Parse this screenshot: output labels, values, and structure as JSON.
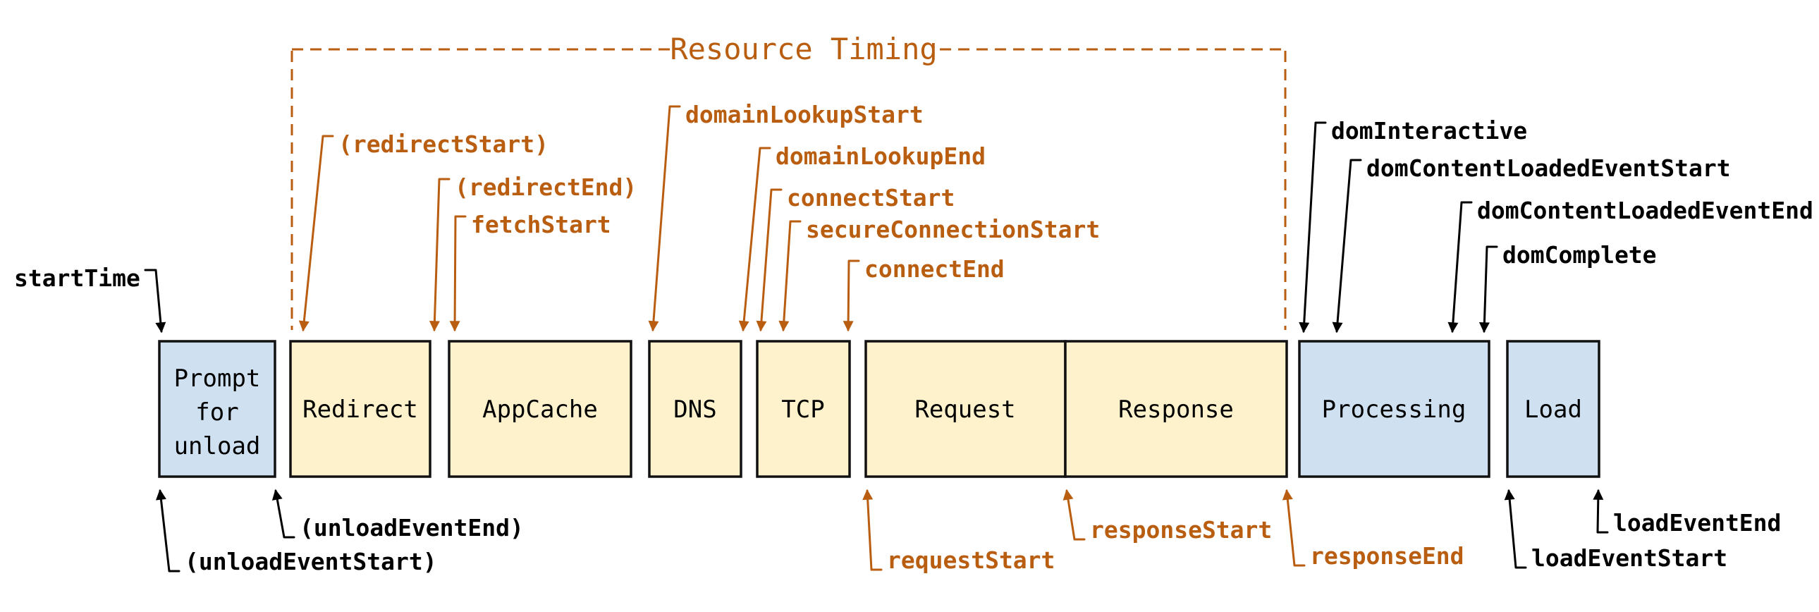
{
  "diagram": {
    "title": "Resource Timing",
    "type": "navigation-timing-phases"
  },
  "colors": {
    "orange": "#B95E10",
    "yellow_fill": "#FDF2CC",
    "blue_fill": "#CFE0F0",
    "border": "#111111",
    "black": "#000000",
    "background": "#FFFFFF"
  },
  "boxes": {
    "prompt": {
      "lines": [
        "Prompt",
        "for",
        "unload"
      ]
    },
    "redirect": {
      "label": "Redirect"
    },
    "appcache": {
      "label": "AppCache"
    },
    "dns": {
      "label": "DNS"
    },
    "tcp": {
      "label": "TCP"
    },
    "request": {
      "label": "Request"
    },
    "response": {
      "label": "Response"
    },
    "processing": {
      "label": "Processing"
    },
    "load": {
      "label": "Load"
    }
  },
  "labels": {
    "startTime": "startTime",
    "unloadEventStart": "(unloadEventStart)",
    "unloadEventEnd": "(unloadEventEnd)",
    "redirectStart": "(redirectStart)",
    "redirectEnd": "(redirectEnd)",
    "fetchStart": "fetchStart",
    "domainLookupStart": "domainLookupStart",
    "domainLookupEnd": "domainLookupEnd",
    "connectStart": "connectStart",
    "secureConnectionStart": "secureConnectionStart",
    "connectEnd": "connectEnd",
    "requestStart": "requestStart",
    "responseStart": "responseStart",
    "responseEnd": "responseEnd",
    "domInteractive": "domInteractive",
    "domContentLoadedEventStart": "domContentLoadedEventStart",
    "domContentLoadedEventEnd": "domContentLoadedEventEnd",
    "domComplete": "domComplete",
    "loadEventStart": "loadEventStart",
    "loadEventEnd": "loadEventEnd"
  }
}
